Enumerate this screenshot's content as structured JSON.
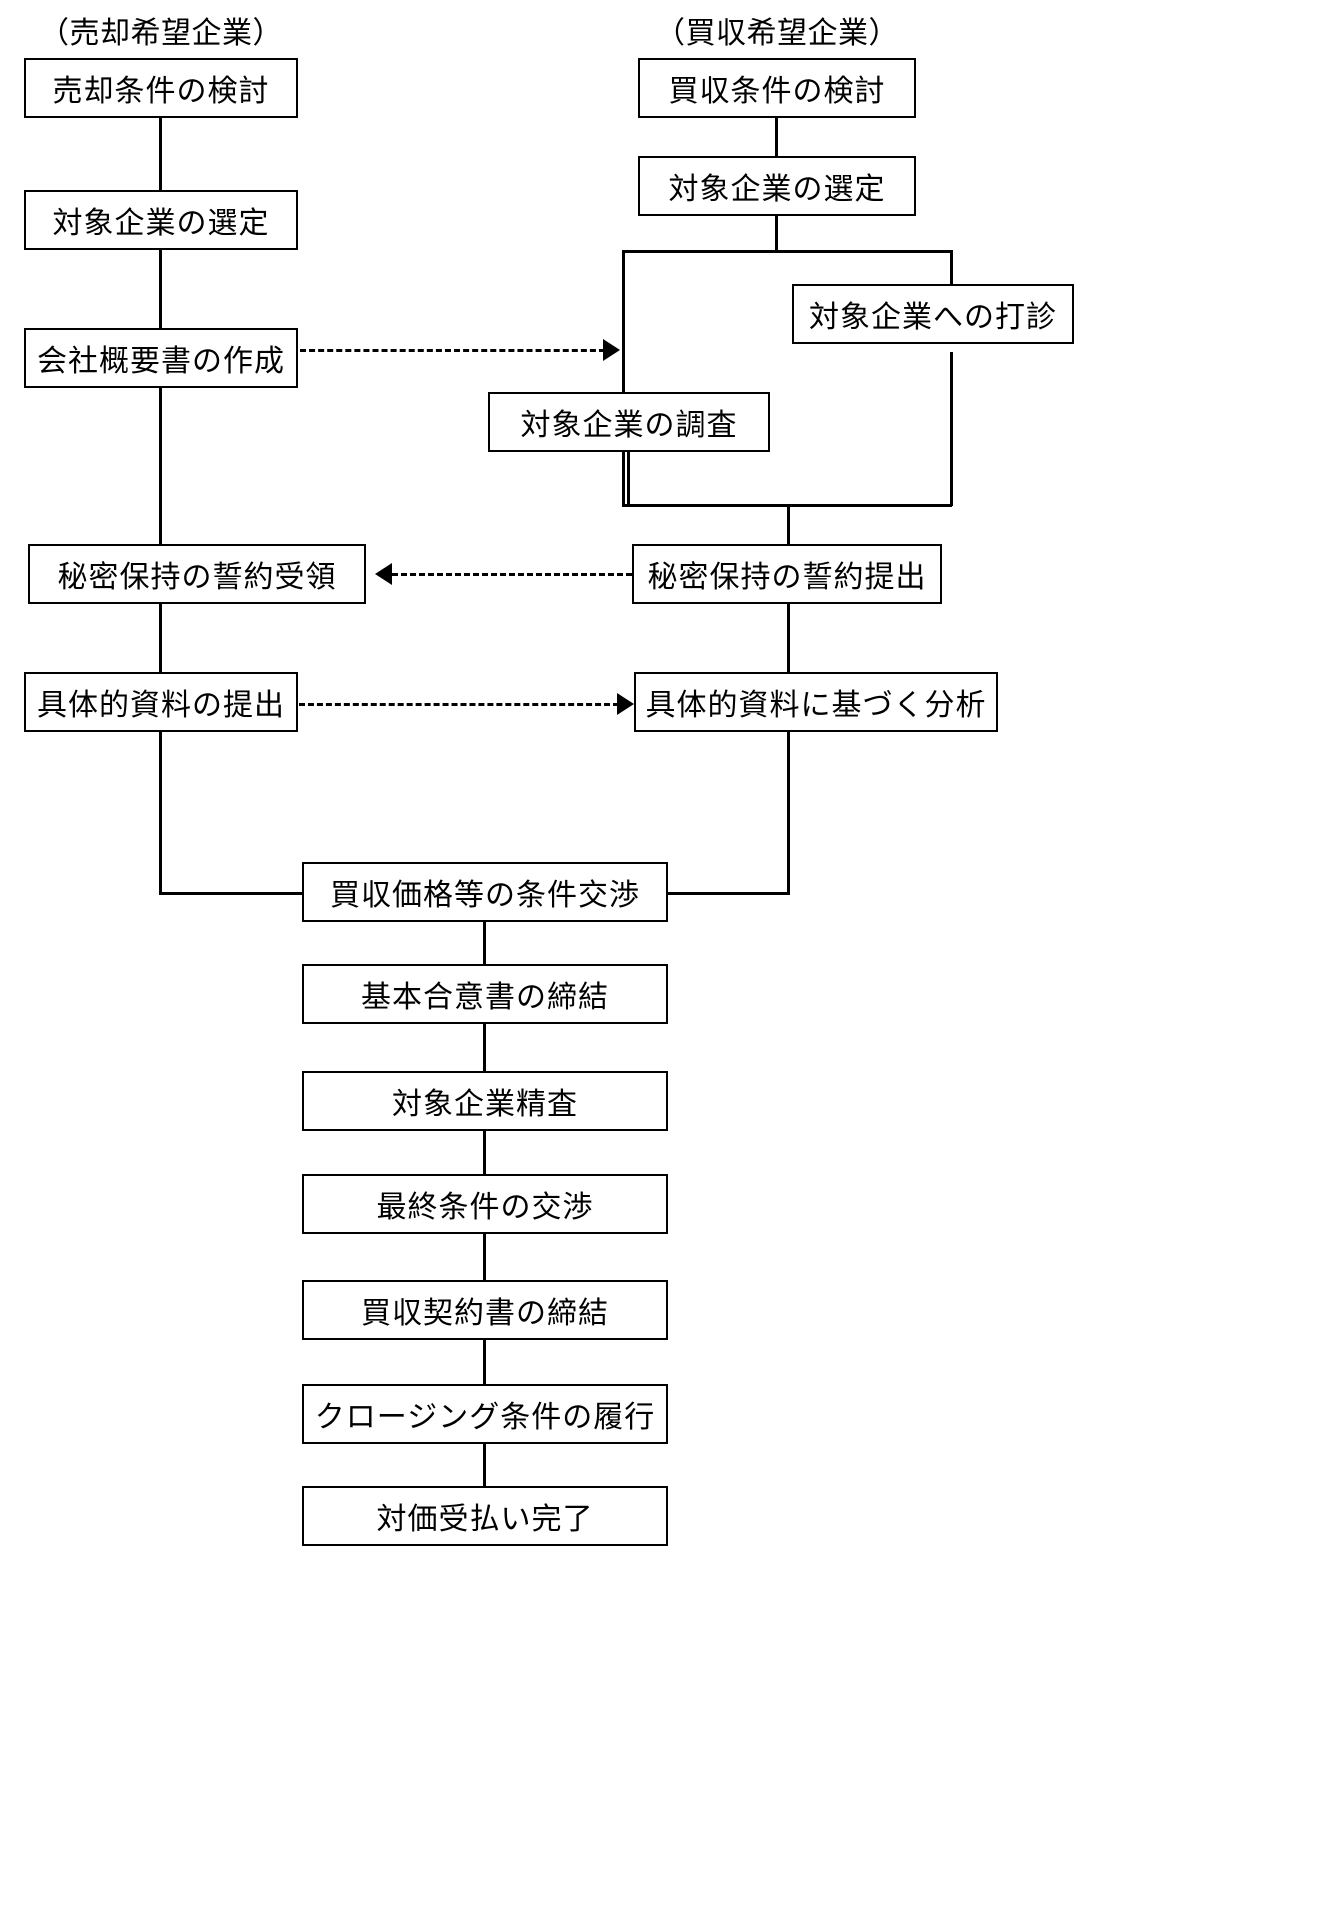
{
  "diagram": {
    "title_left": "（売却希望企業）",
    "title_right": "（買収希望企業）",
    "nodes": {
      "seller_terms": "売却条件の検討",
      "seller_select": "対象企業の選定",
      "seller_profile": "会社概要書の作成",
      "seller_nda_receive": "秘密保持の誓約受領",
      "seller_docs_submit": "具体的資料の提出",
      "buyer_terms": "買収条件の検討",
      "buyer_select": "対象企業の選定",
      "buyer_approach": "対象企業への打診",
      "buyer_research": "対象企業の調査",
      "buyer_nda_submit": "秘密保持の誓約提出",
      "buyer_analysis": "具体的資料に基づく分析",
      "price_negotiation": "買収価格等の条件交渉",
      "basic_agreement": "基本合意書の締結",
      "due_diligence": "対象企業精査",
      "final_negotiation": "最終条件の交渉",
      "purchase_contract": "買収契約書の締結",
      "closing_conditions": "クロージング条件の履行",
      "payment_complete": "対価受払い完了"
    },
    "edges": [
      {
        "from": "seller_profile",
        "to": "buyer_branch",
        "style": "dashed",
        "direction": "right"
      },
      {
        "from": "buyer_nda_submit",
        "to": "seller_nda_receive",
        "style": "dashed",
        "direction": "left"
      },
      {
        "from": "seller_docs_submit",
        "to": "buyer_analysis",
        "style": "dashed",
        "direction": "right"
      }
    ],
    "colors": {
      "stroke": "#000000",
      "background": "#ffffff",
      "text": "#000000"
    }
  }
}
